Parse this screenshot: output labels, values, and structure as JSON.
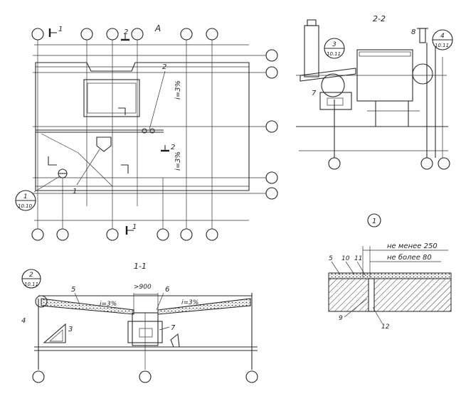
{
  "plan": {
    "axis_letter": "A",
    "slope_label_1": "i=3%",
    "slope_label_2": "i=3%"
  },
  "section_marks": {
    "one": "1",
    "two": "2"
  },
  "callouts": {
    "node_1": {
      "num": "1",
      "ref": "10.10"
    },
    "node_2": {
      "num": "2",
      "ref": "10.11"
    },
    "node_3": {
      "num": "3",
      "ref": "10.11"
    },
    "node_4": {
      "num": "4",
      "ref": "10.11"
    }
  },
  "section_1_1": {
    "title": "1-1",
    "dimension": ">900",
    "slope_left": "i=3%",
    "slope_right": "i=3%",
    "labels": [
      "4",
      "5",
      "3",
      "6",
      "7"
    ]
  },
  "section_2_2": {
    "title": "2-2",
    "labels": [
      "8",
      "7"
    ]
  },
  "detail_1": {
    "marker": "1",
    "dim_top": "не менее 250",
    "dim_bottom": "не более 80",
    "labels": [
      "5",
      "10",
      "11",
      "9",
      "12"
    ]
  },
  "plan_labels": {
    "leader_2": "2",
    "leader_1": "1"
  }
}
